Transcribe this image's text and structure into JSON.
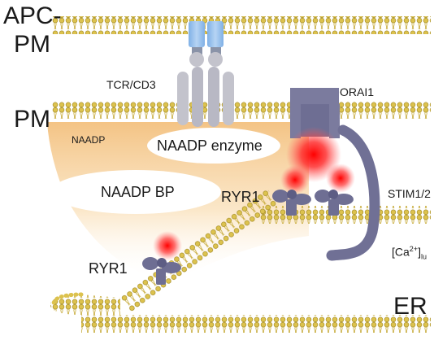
{
  "labels": {
    "apc_pm_line1": "APC-",
    "apc_pm_line2": "PM",
    "pm": "PM",
    "er": "ER",
    "tcr_cd3": "TCR/CD3",
    "orai1": "ORAI1",
    "naadp": "NAADP",
    "naadp_enzyme": "NAADP enzyme",
    "naadp_bp": "NAADP BP",
    "ryr1_upper": "RYR1",
    "ryr1_lower": "RYR1",
    "stim": "STIM1/2",
    "ca_open": "[Ca",
    "ca_sup": "2+",
    "ca_close": "]",
    "ca_sub": "lu"
  },
  "colors": {
    "lipid": "#dcc24e",
    "lipid_dark": "#a8902a",
    "tcr_blue": "#8fb9e8",
    "tcr_grey": "#c3c3cc",
    "orai": "#75759a",
    "ryr": "#6e6e93",
    "calcium_glow": "#ff1a1a",
    "naadp_gradient": "#f6c98a"
  }
}
